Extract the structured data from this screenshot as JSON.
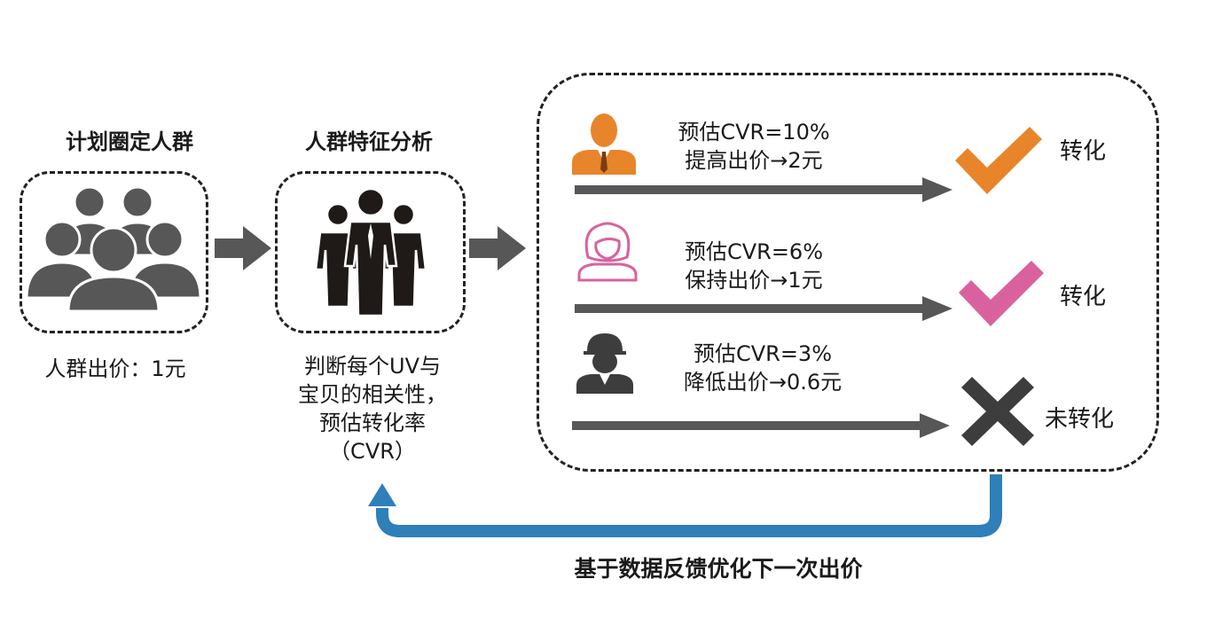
{
  "step1": {
    "title": "计划圈定人群",
    "caption": "人群出价：1元",
    "icon": "group-of-people-icon"
  },
  "step2": {
    "title": "人群特征分析",
    "caption_lines": [
      "判断每个UV与",
      "宝贝的相关性，",
      "预估转化率",
      "（CVR）"
    ],
    "icon": "business-people-icon"
  },
  "rows": [
    {
      "icon": "businessman-icon",
      "color": "#E8852A",
      "cvr": "预估CVR=10%",
      "action": "提高出价→2元",
      "result_icon": "check-icon",
      "result": "转化"
    },
    {
      "icon": "woman-icon",
      "color": "#D9629E",
      "cvr": "预估CVR=6%",
      "action": "保持出价→1元",
      "result_icon": "check-icon",
      "result": "转化"
    },
    {
      "icon": "worker-icon",
      "color": "#3d3d3d",
      "cvr": "预估CVR=3%",
      "action": "降低出价→0.6元",
      "result_icon": "cross-icon",
      "result": "未转化"
    }
  ],
  "feedback": {
    "label": "基于数据反馈优化下一次出价",
    "color": "#2F7FB8"
  },
  "colors": {
    "arrow": "#575757",
    "dark": "#1f1a17"
  }
}
